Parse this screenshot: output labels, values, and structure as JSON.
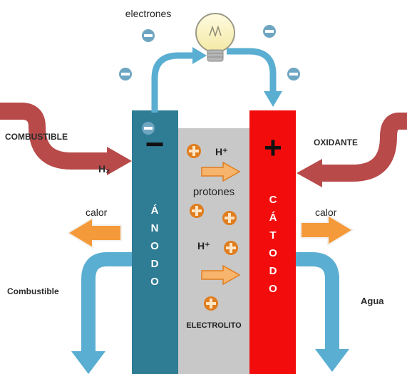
{
  "labels": {
    "electrons": "electrones",
    "fuel_in": "COMBUSTIBLE",
    "h2": "H₂",
    "oxidant": "OXIDANTE",
    "heat_left": "calor",
    "heat_right": "calor",
    "fuel_out": "Combustible",
    "water": "Agua",
    "protons": "protones",
    "h_plus_1": "H⁺",
    "h_plus_2": "H⁺",
    "electrolyte": "ELECTROLITO",
    "anode_letters": [
      "Á",
      "N",
      "O",
      "D",
      "O"
    ],
    "cathode_letters": [
      "C",
      "Á",
      "T",
      "O",
      "D",
      "O"
    ],
    "minus_sign": "−",
    "plus_sign": "+"
  },
  "colors": {
    "anode": "#2f7c95",
    "cathode": "#f20c0c",
    "electrolyte": "#c8c8c8",
    "fuel_arrow": "#b84a4a",
    "heat_arrow": "#f59a3a",
    "flow_arrow": "#5aaed1",
    "electron": "#6ea6c2",
    "proton": "#e07d1e"
  }
}
